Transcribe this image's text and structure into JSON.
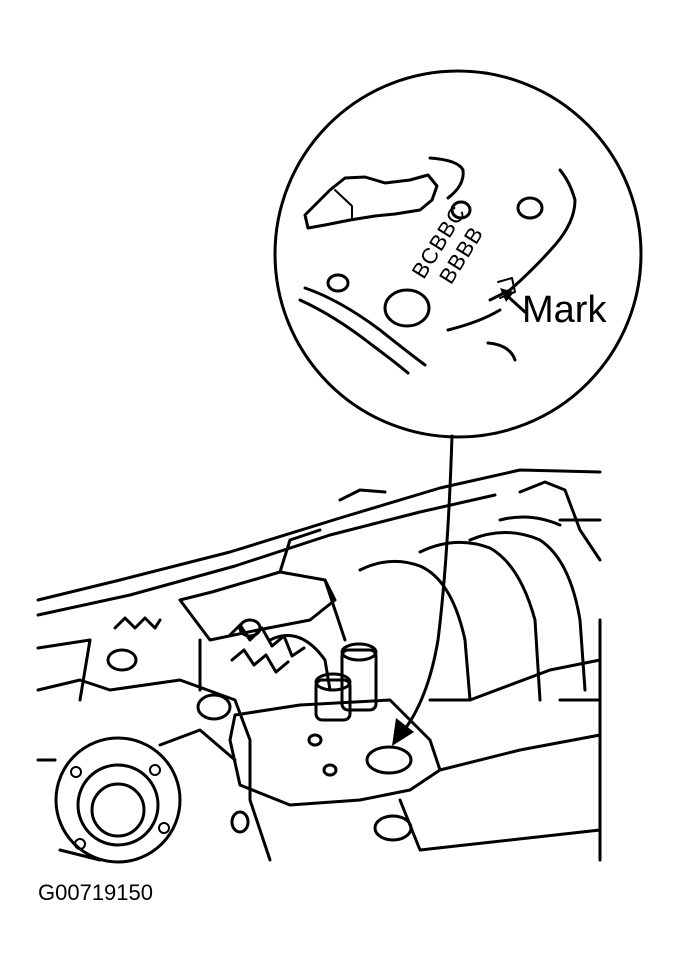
{
  "callout": {
    "label": "Mark",
    "code_line1": "BCBBC",
    "code_line2": "BBBB"
  },
  "figure_id": "G00719150"
}
